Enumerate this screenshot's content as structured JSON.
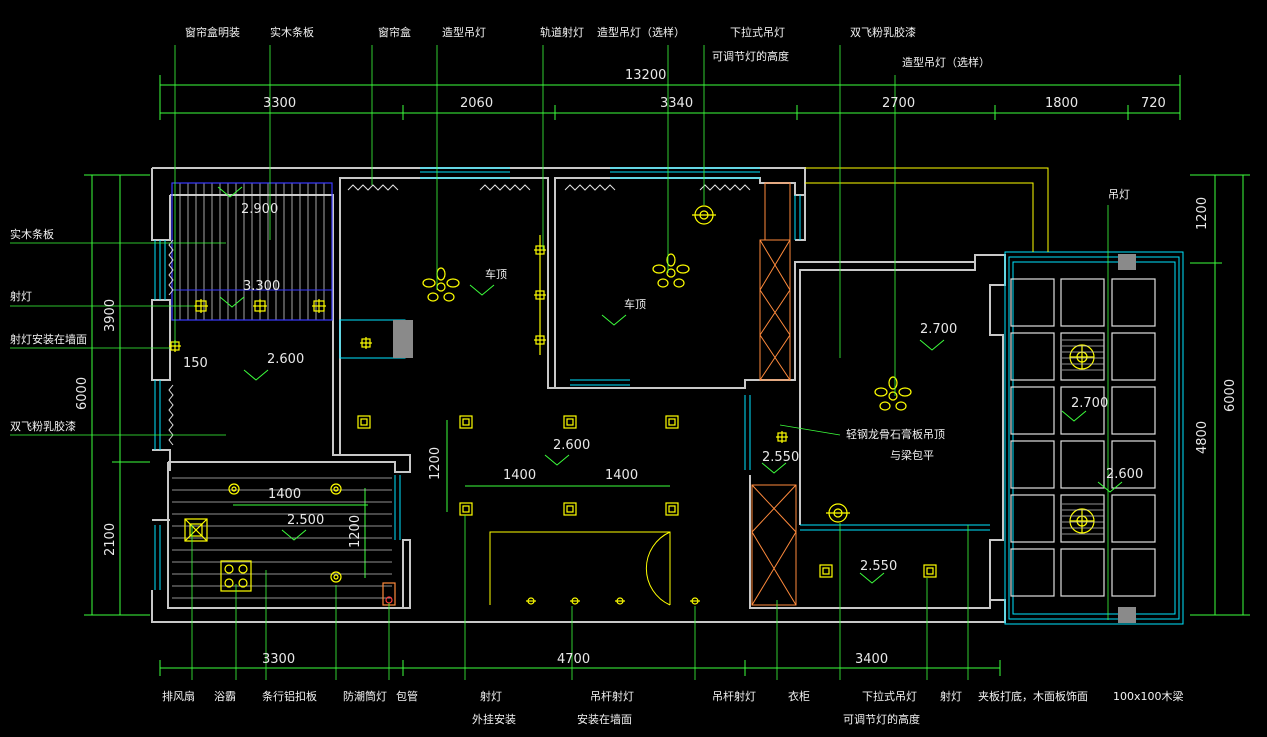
{
  "top_labels": [
    "窗帘盒明装",
    "实木条板",
    "窗帘盒",
    "造型吊灯",
    "轨道射灯",
    "造型吊灯（选样）",
    "下拉式吊灯",
    "可调节灯的高度",
    "双飞粉乳胶漆",
    "造型吊灯（选样）"
  ],
  "left_labels": [
    "实木条板",
    "射灯",
    "射灯安装在墙面",
    "双飞粉乳胶漆"
  ],
  "right_labels": [
    "吊灯"
  ],
  "bottom_labels": [
    "排风扇",
    "浴霸",
    "条行铝扣板",
    "防潮筒灯",
    "包管",
    "射灯",
    "外挂安装",
    "吊杆射灯",
    "安装在墙面",
    "吊杆射灯",
    "衣柜",
    "下拉式吊灯",
    "可调节灯的高度",
    "射灯",
    "夹板打底，木面板饰面",
    "100x100木梁"
  ],
  "dims_top": {
    "total": "13200",
    "segments": [
      "3300",
      "2060",
      "3340",
      "2700",
      "1800",
      "720"
    ]
  },
  "dims_bottom": [
    "3300",
    "4700",
    "3400"
  ],
  "dims_left": {
    "total": "6000",
    "segments": [
      "3900",
      "2100"
    ]
  },
  "dims_right": {
    "total": "6000",
    "segments": [
      "1200",
      "4800"
    ]
  },
  "interior_dims": [
    "150",
    "1400",
    "1400",
    "1400",
    "1200",
    "1200"
  ],
  "heights": [
    "2.900",
    "3.300",
    "2.600",
    "2.500",
    "2.600",
    "2.700",
    "2.550",
    "2.550",
    "2.700",
    "2.600"
  ],
  "room_notes": [
    "车顶",
    "车顶",
    "轻钢龙骨石膏板吊顶",
    "与梁包平"
  ],
  "colors": {
    "wall": "#c8c8c8",
    "dim": "#3cff3c",
    "fixture": "#ffff00",
    "window": "#00e5ff",
    "callout": "#f2f2f2"
  }
}
